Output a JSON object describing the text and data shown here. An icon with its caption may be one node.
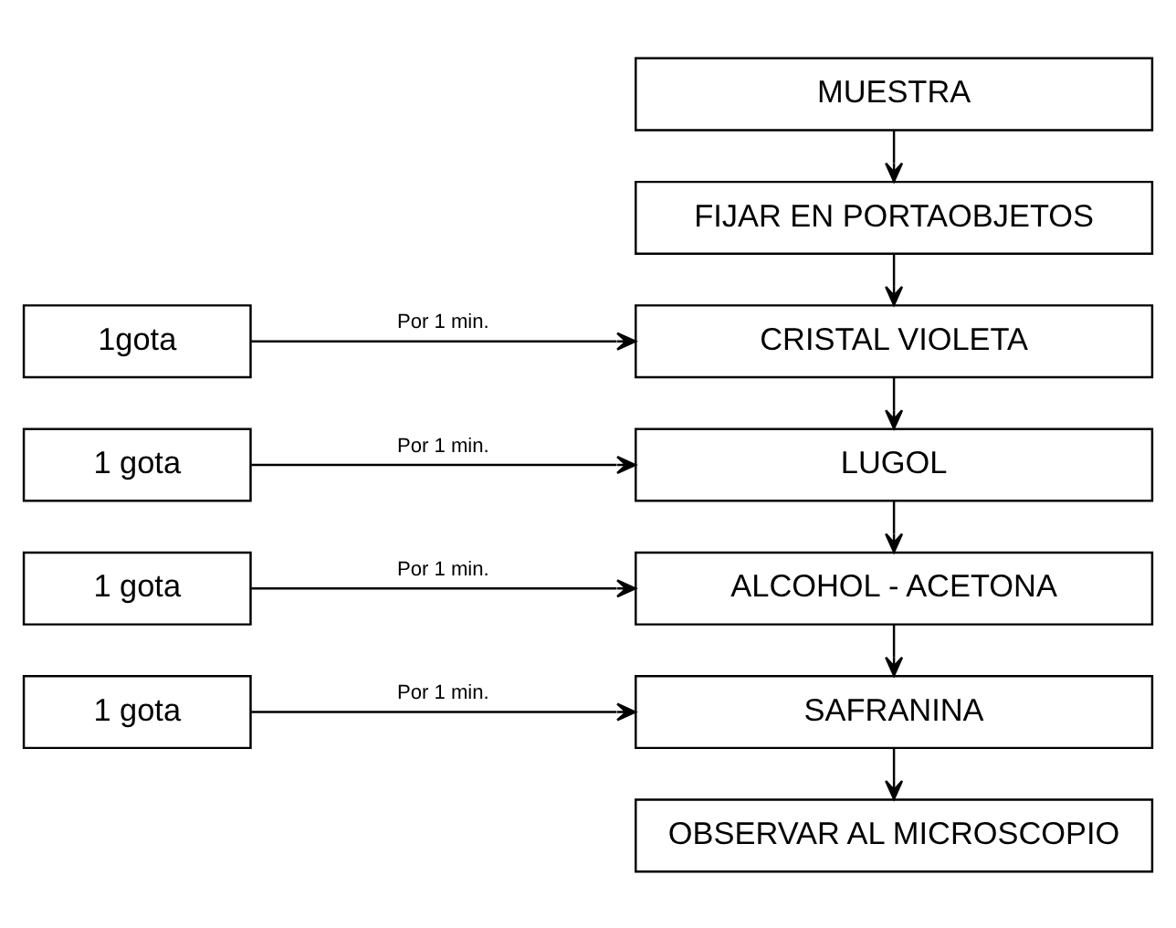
{
  "diagram": {
    "nodes": [
      {
        "text": [
          "MUESTRA"
        ]
      },
      {
        "text": [
          "FIJAR EN PORTAOBJETOS"
        ]
      },
      {
        "text": [
          "1gota"
        ]
      },
      {
        "text": [
          "CRISTAL VIOLETA"
        ]
      },
      {
        "text": [
          "1 gota"
        ]
      },
      {
        "text": [
          "LUGOL"
        ]
      },
      {
        "text": [
          "1 gota"
        ]
      },
      {
        "text": [
          "ALCOHOL - ACETONA"
        ]
      },
      {
        "text": [
          "1 gota"
        ]
      },
      {
        "text": [
          "SAFRANINA"
        ]
      },
      {
        "text": [
          "OBSERVAR AL MICROSCOPIO"
        ]
      }
    ],
    "edges": [
      {
        "from": 0,
        "to": 1,
        "arrow": "to"
      },
      {
        "from": 1,
        "to": 3,
        "arrow": "to"
      },
      {
        "from": 2,
        "to": 3,
        "arrow": "to",
        "label": "Por 1 min."
      },
      {
        "from": 3,
        "to": 5,
        "arrow": "to"
      },
      {
        "from": 4,
        "to": 5,
        "arrow": "to",
        "label": "Por 1 min."
      },
      {
        "from": 5,
        "to": 7,
        "arrow": "to"
      },
      {
        "from": 6,
        "to": 7,
        "arrow": "to",
        "label": "Por 1 min."
      },
      {
        "from": 7,
        "to": 9,
        "arrow": "to"
      },
      {
        "from": 8,
        "to": 9,
        "arrow": "to",
        "label": "Por 1 min."
      },
      {
        "from": 9,
        "to": 10,
        "arrow": "to"
      }
    ]
  }
}
